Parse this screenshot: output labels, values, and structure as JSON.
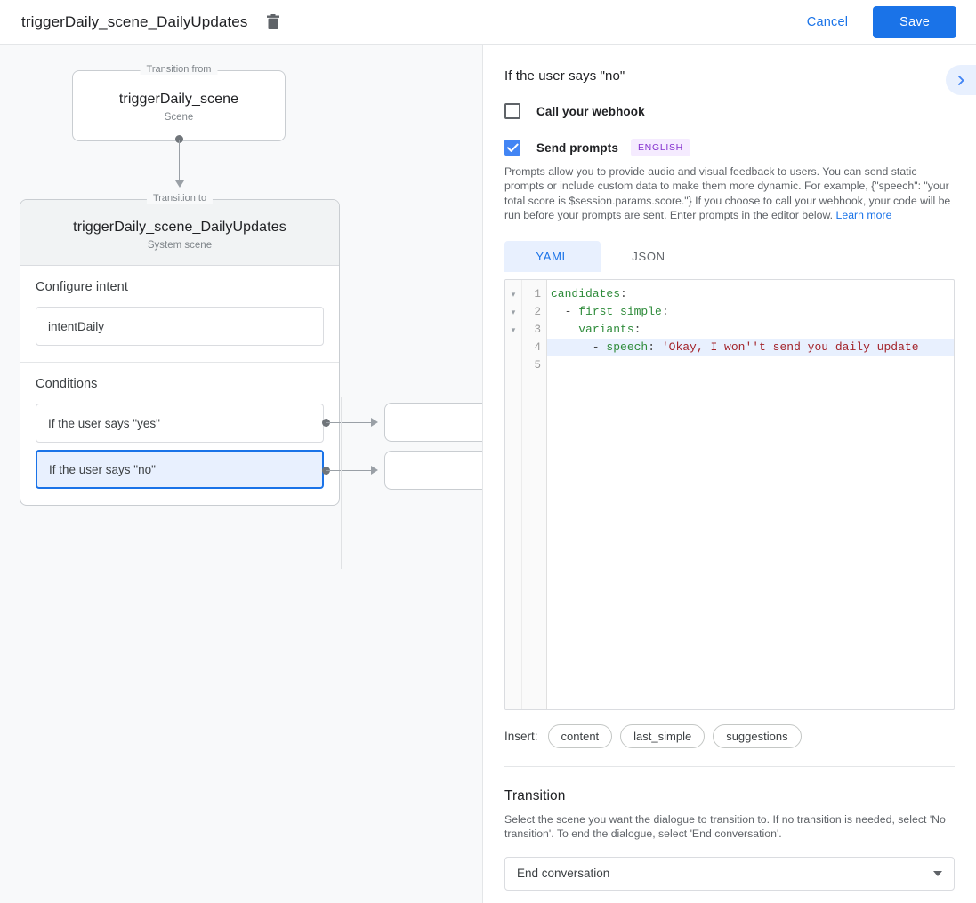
{
  "topbar": {
    "title": "triggerDaily_scene_DailyUpdates",
    "delete_icon": "trash-icon",
    "cancel_label": "Cancel",
    "save_label": "Save",
    "accent_color": "#1a73e8"
  },
  "canvas": {
    "from_legend": "Transition from",
    "from_title": "triggerDaily_scene",
    "from_subtitle": "Scene",
    "to_legend": "Transition to",
    "to_title": "triggerDaily_scene_DailyUpdates",
    "to_subtitle": "System scene",
    "intent_section_label": "Configure intent",
    "intent_value": "intentDaily",
    "conditions_section_label": "Conditions",
    "conditions": [
      {
        "label": "If the user says \"yes\"",
        "selected": false
      },
      {
        "label": "If the user says \"no\"",
        "selected": true
      }
    ]
  },
  "panel": {
    "title": "If the user says \"no\"",
    "expand_icon": "chevron-right-icon",
    "webhook": {
      "label": "Call your webhook",
      "checked": false
    },
    "prompts": {
      "label": "Send prompts",
      "checked": true,
      "language_badge": "ENGLISH",
      "description": "Prompts allow you to provide audio and visual feedback to users. You can send static prompts or include custom data to make them more dynamic. For example, {\"speech\": \"your total score is $session.params.score.\"} If you choose to call your webhook, your code will be run before your prompts are sent. Enter prompts in the editor below.",
      "learn_more": "Learn more"
    },
    "tabs": [
      {
        "label": "YAML",
        "active": true
      },
      {
        "label": "JSON",
        "active": false
      }
    ],
    "editor": {
      "line_numbers": [
        "1",
        "2",
        "3",
        "4",
        "5"
      ],
      "fold_markers": [
        "▾",
        "▾",
        "▾",
        "",
        ""
      ],
      "highlighted_line": 4,
      "lines": [
        {
          "key": "candidates",
          "punct": ":",
          "indent": 0,
          "dash": false,
          "value": ""
        },
        {
          "key": "first_simple",
          "punct": ":",
          "indent": 1,
          "dash": true,
          "value": ""
        },
        {
          "key": "variants",
          "punct": ":",
          "indent": 2,
          "dash": false,
          "value": ""
        },
        {
          "key": "speech",
          "punct": ": ",
          "indent": 3,
          "dash": true,
          "value": "'Okay, I won''t send you daily update"
        },
        {
          "key": "",
          "punct": "",
          "indent": 0,
          "dash": false,
          "value": ""
        }
      ]
    },
    "insert": {
      "label": "Insert:",
      "chips": [
        "content",
        "last_simple",
        "suggestions"
      ]
    },
    "transition": {
      "title": "Transition",
      "description": "Select the scene you want the dialogue to transition to. If no transition is needed, select 'No transition'. To end the dialogue, select 'End conversation'.",
      "selected_value": "End conversation",
      "dropdown_icon": "caret-down-icon"
    }
  }
}
